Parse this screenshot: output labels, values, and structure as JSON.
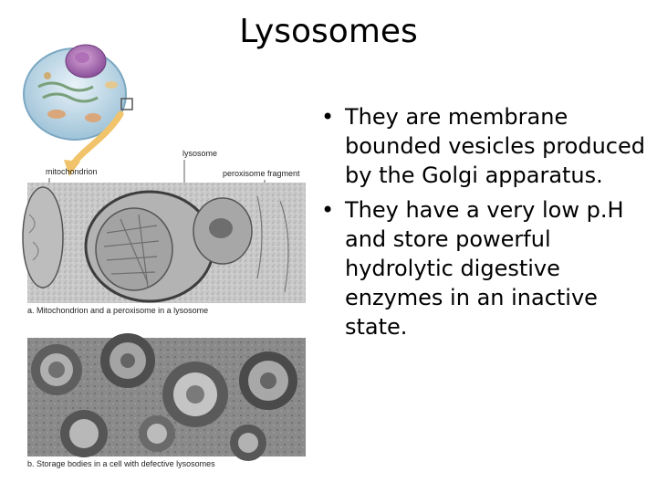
{
  "slide": {
    "title": "Lysosomes",
    "bullets": [
      "They are membrane bounded vesicles produced by the Golgi apparatus.",
      "They have a very low p.H and store powerful hydrolytic digestive enzymes in an inactive state."
    ],
    "bullet_glyph": "•"
  },
  "figure": {
    "labels": {
      "mitochondrion": "mitochondrion",
      "lysosome": "lysosome",
      "peroxisome": "peroxisome fragment"
    },
    "caption_a": "a. Mitochondrion and a peroxisome in a lysosome",
    "caption_b": "b. Storage bodies in a cell with defective lysosomes"
  }
}
